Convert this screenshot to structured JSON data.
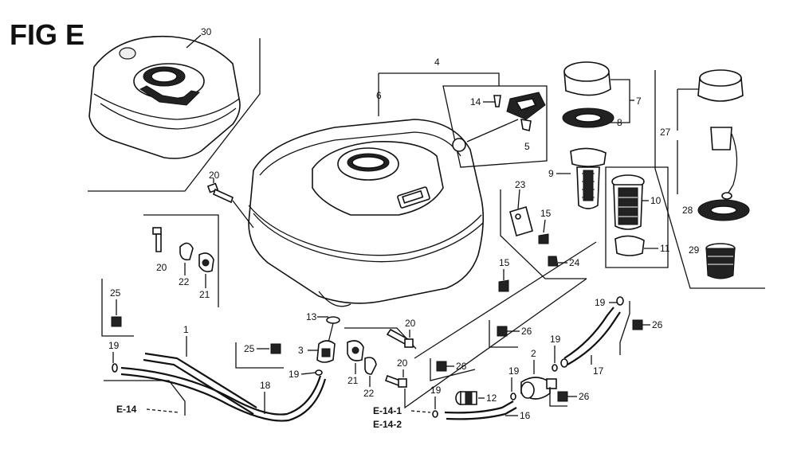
{
  "figure": {
    "title": "FIG E",
    "references": [
      "E-14",
      "E-14-1",
      "E-14-2"
    ],
    "callouts": {
      "c1": "1",
      "c2": "2",
      "c3": "3",
      "c4": "4",
      "c5": "5",
      "c6": "6",
      "c7": "7",
      "c8": "8",
      "c9": "9",
      "c10": "10",
      "c11": "11",
      "c12": "12",
      "c13": "13",
      "c14": "14",
      "c15a": "15",
      "c15b": "15",
      "c16": "16",
      "c17": "17",
      "c18": "18",
      "c19a": "19",
      "c19b": "19",
      "c19c": "19",
      "c19d": "19",
      "c19e": "19",
      "c19f": "19",
      "c20a": "20",
      "c20b": "20",
      "c20c": "20",
      "c20d": "20",
      "c21a": "21",
      "c21b": "21",
      "c22a": "22",
      "c22b": "22",
      "c23": "23",
      "c24": "24",
      "c25a": "25",
      "c25b": "25",
      "c26a": "26",
      "c26b": "26",
      "c26c": "26",
      "c26d": "26",
      "c27": "27",
      "c28": "28",
      "c29": "29",
      "c30": "30"
    }
  }
}
